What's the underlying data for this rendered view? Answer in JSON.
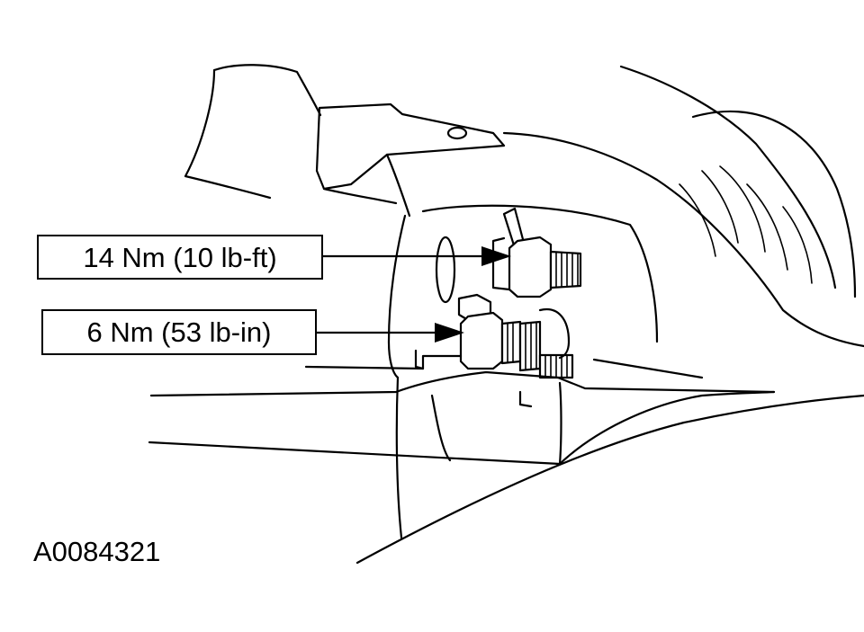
{
  "diagram": {
    "callouts": [
      {
        "label": "14 Nm (10 lb-ft)"
      },
      {
        "label": "6 Nm (53 lb-in)"
      }
    ],
    "figure_id": "A0084321"
  }
}
